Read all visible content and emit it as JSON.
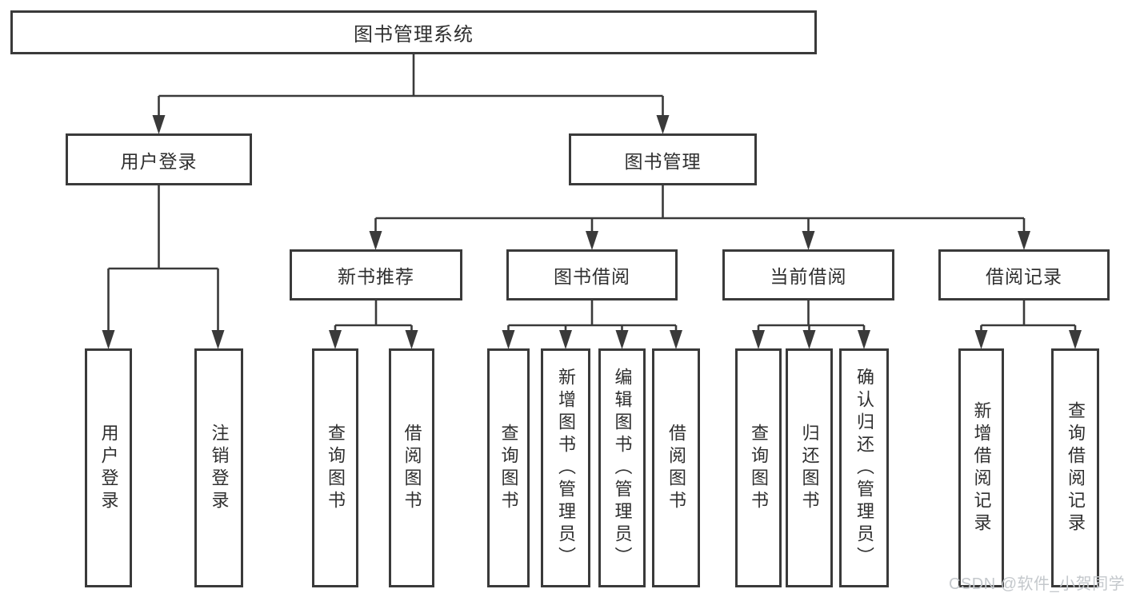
{
  "diagram": {
    "root": {
      "label": "图书管理系统"
    },
    "level2": {
      "user_login": {
        "label": "用户登录"
      },
      "book_management": {
        "label": "图书管理"
      }
    },
    "level3": {
      "new_book_recommend": {
        "label": "新书推荐"
      },
      "book_borrowing": {
        "label": "图书借阅"
      },
      "current_borrowing": {
        "label": "当前借阅"
      },
      "borrowing_records": {
        "label": "借阅记录"
      }
    },
    "leaves": {
      "user_login": "用户登录",
      "logout": "注销登录",
      "query_books_recommend": "查询图书",
      "borrow_books_recommend": "借阅图书",
      "query_books_borrowing": "查询图书",
      "add_books_admin": "新增图书（管理员）",
      "edit_books_admin": "编辑图书（管理员）",
      "borrow_books_borrowing": "借阅图书",
      "query_books_current": "查询图书",
      "return_books": "归还图书",
      "confirm_return_admin": "确认归还（管理员）",
      "add_borrow_record": "新增借阅记录",
      "query_borrow_record": "查询借阅记录"
    },
    "watermark": "CSDN @软件_小贺同学",
    "colors": {
      "line": "#3a3a3a",
      "text": "#2f2f2f",
      "watermark": "#c4c8cc",
      "background": "#ffffff"
    }
  }
}
